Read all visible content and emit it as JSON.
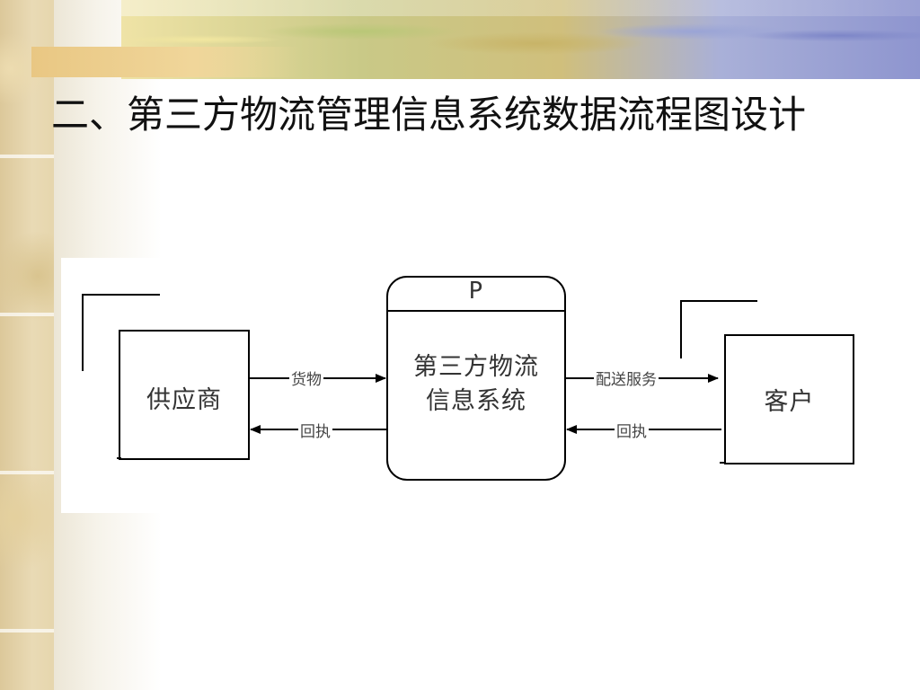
{
  "slide": {
    "title": "二、第三方物流管理信息系统数据流程图设计"
  },
  "diagram": {
    "process": {
      "id_label": "P",
      "name_line1": "第三方物流",
      "name_line2": "信息系统"
    },
    "entities": {
      "supplier": "供应商",
      "customer": "客户"
    },
    "flows": {
      "supplier_to_process": "货物",
      "process_to_supplier": "回执",
      "process_to_customer": "配送服务",
      "customer_to_process": "回执"
    }
  },
  "colors": {
    "line": "#000000",
    "text": "#333333"
  }
}
